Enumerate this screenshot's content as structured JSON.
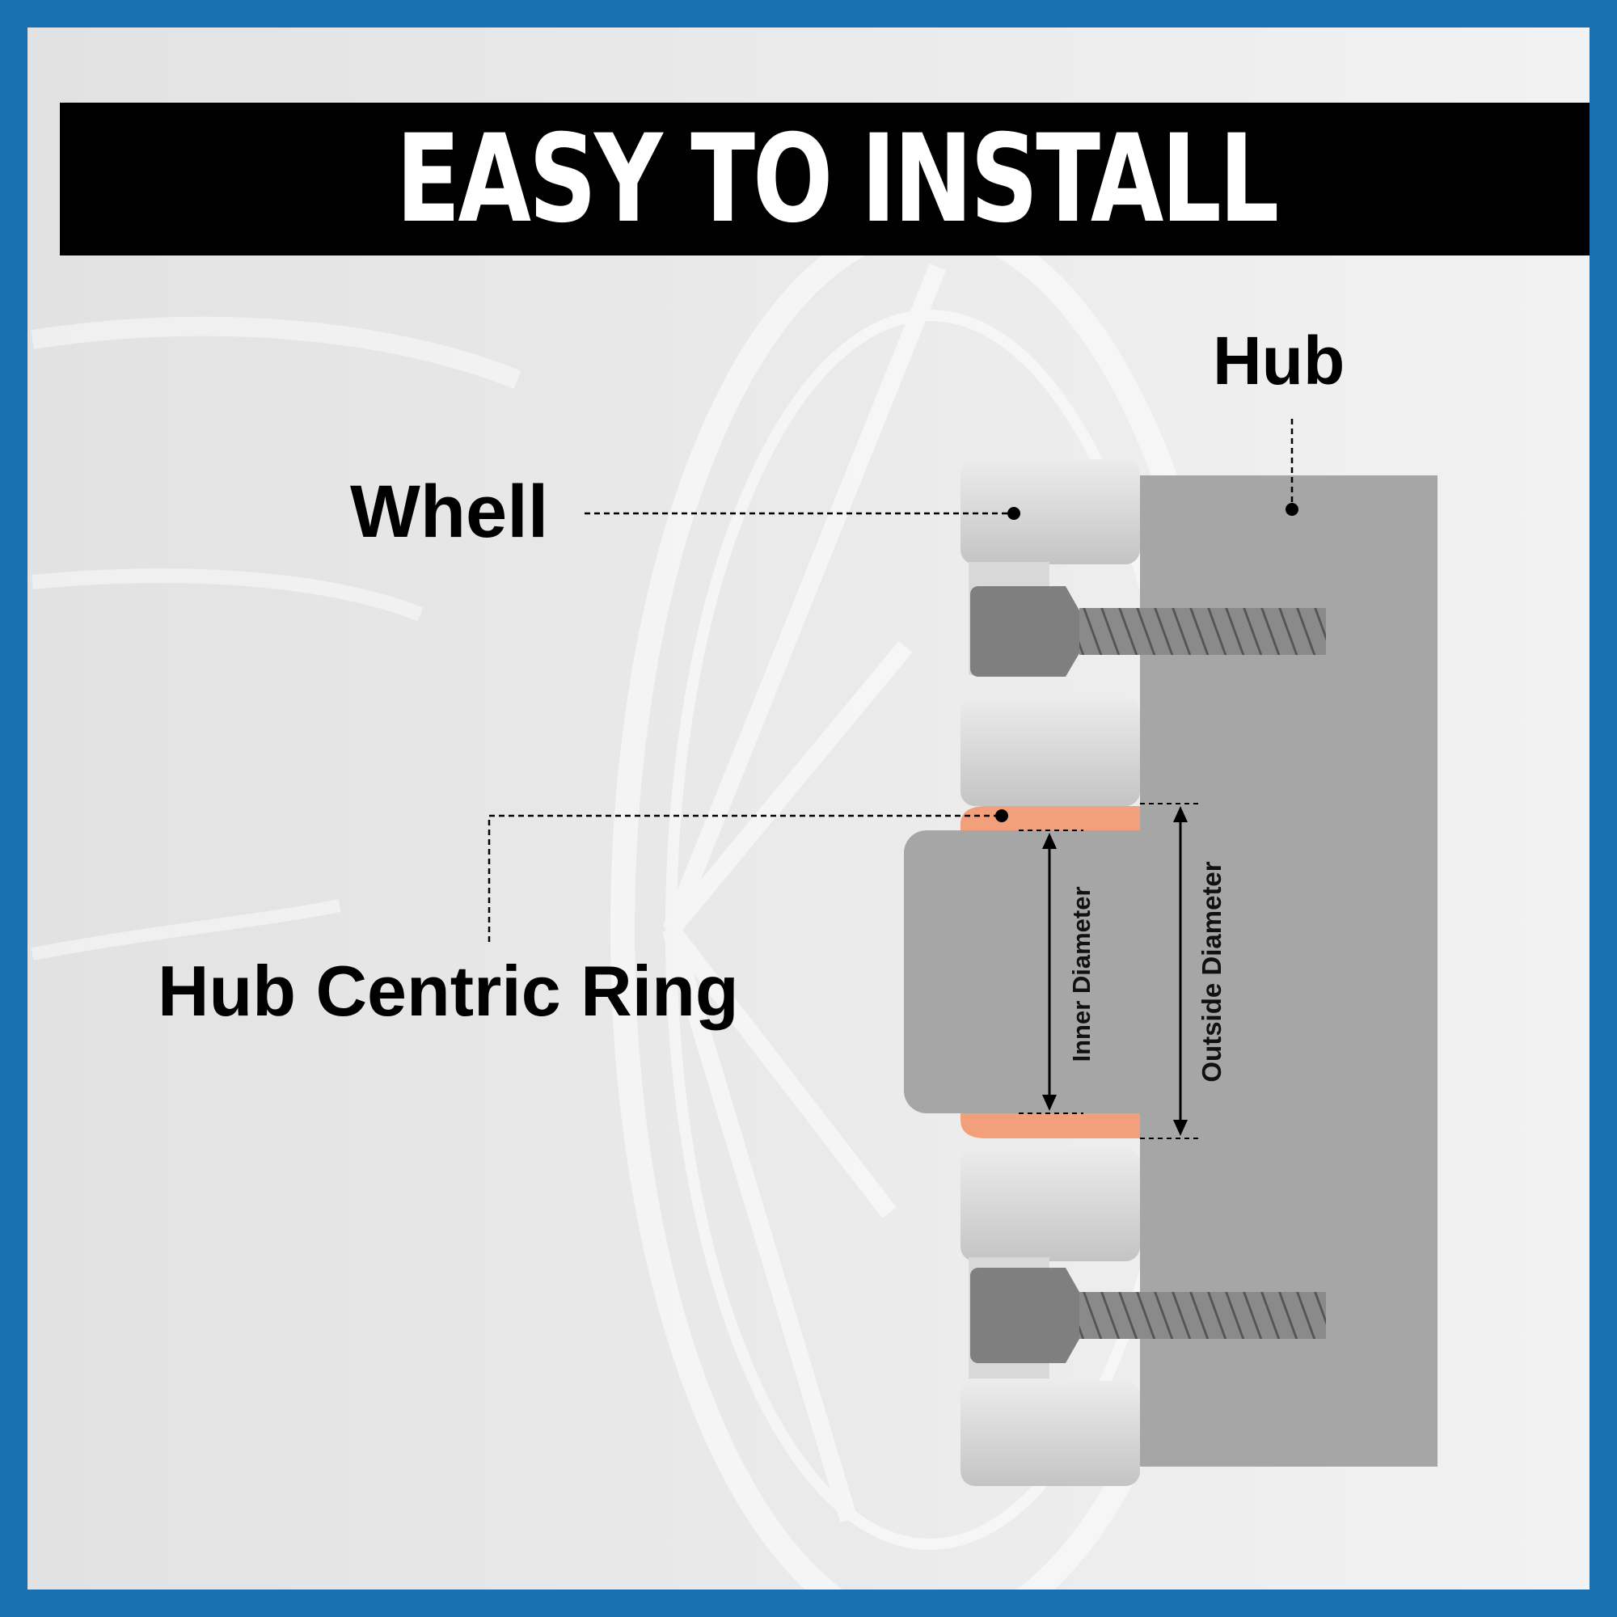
{
  "banner": {
    "title": "EASY TO INSTALL"
  },
  "labels": {
    "hub": "Hub",
    "wheel": "Whell",
    "hub_centric_ring": "Hub Centric Ring",
    "inner_diameter": "Inner Diameter",
    "outside_diameter": "Outside Diameter"
  },
  "colors": {
    "border": "#1a6fb0",
    "banner_bg": "#000000",
    "hub": "#a7a6a7",
    "bolt": "#7f7f7f",
    "ring": "#f2a07b",
    "wheel": "#d9d9d9"
  }
}
